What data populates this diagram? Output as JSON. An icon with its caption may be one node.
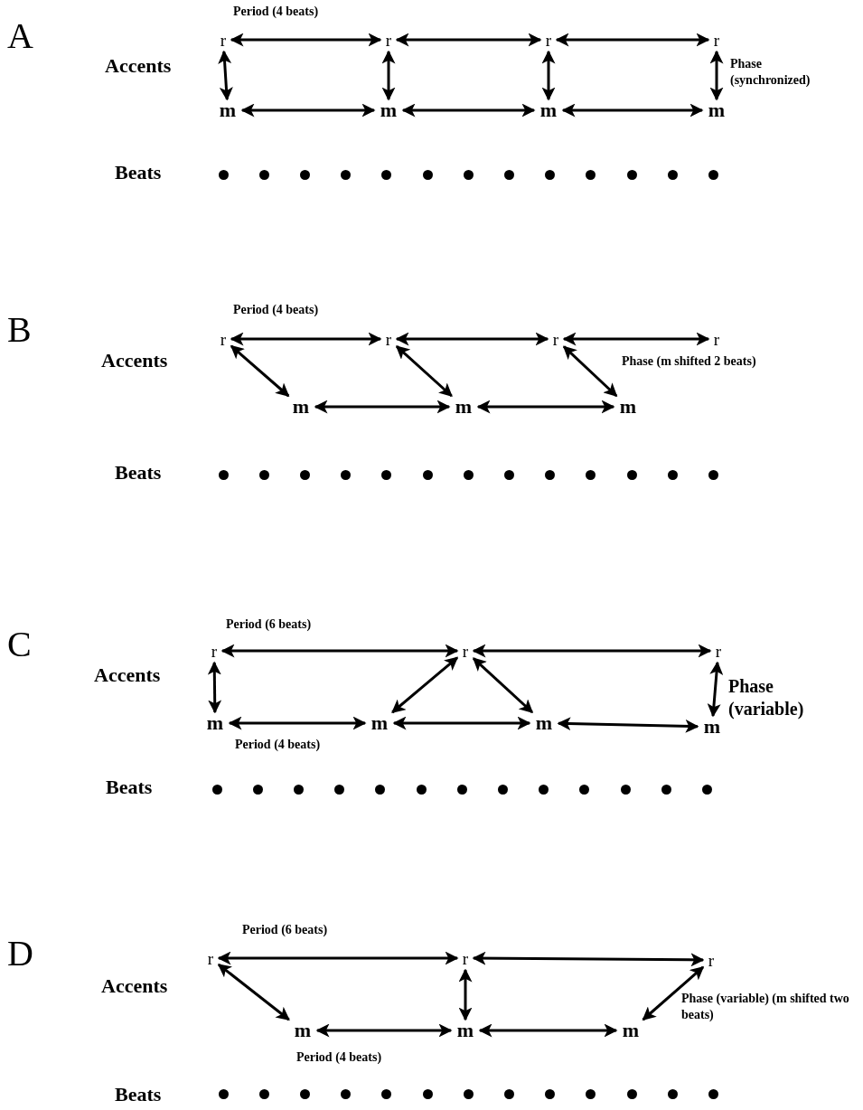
{
  "diagram": {
    "nodes": [
      {
        "text": [
          "r"
        ]
      },
      {
        "text": [
          "r"
        ]
      },
      {
        "text": [
          "r"
        ]
      },
      {
        "text": [
          "r"
        ]
      },
      {
        "text": [
          "m"
        ]
      },
      {
        "text": [
          "m"
        ]
      },
      {
        "text": [
          "m"
        ]
      },
      {
        "text": [
          "m"
        ]
      },
      {
        "text": [
          "r"
        ]
      },
      {
        "text": [
          "r"
        ]
      },
      {
        "text": [
          "r"
        ]
      },
      {
        "text": [
          "r"
        ]
      },
      {
        "text": [
          "m"
        ]
      },
      {
        "text": [
          "m"
        ]
      },
      {
        "text": [
          "m"
        ]
      },
      {
        "text": [
          "r"
        ]
      },
      {
        "text": [
          "r"
        ]
      },
      {
        "text": [
          "r"
        ]
      },
      {
        "text": [
          "m"
        ]
      },
      {
        "text": [
          "m"
        ]
      },
      {
        "text": [
          "m"
        ]
      },
      {
        "text": [
          "m"
        ]
      },
      {
        "text": [
          "r"
        ]
      },
      {
        "text": [
          "r"
        ]
      },
      {
        "text": [
          "r"
        ]
      },
      {
        "text": [
          "m"
        ]
      },
      {
        "text": [
          "m"
        ]
      },
      {
        "text": [
          "m"
        ]
      }
    ],
    "edges": [
      {
        "from": 0,
        "to": 1,
        "arrow": "both",
        "label": "Period (4 beats)"
      },
      {
        "from": 1,
        "to": 2,
        "arrow": "both"
      },
      {
        "from": 2,
        "to": 3,
        "arrow": "both"
      },
      {
        "from": 0,
        "to": 4,
        "arrow": "both"
      },
      {
        "from": 1,
        "to": 5,
        "arrow": "both"
      },
      {
        "from": 2,
        "to": 6,
        "arrow": "both"
      },
      {
        "from": 3,
        "to": 7,
        "arrow": "both",
        "label": "Phase (synchronized)"
      },
      {
        "from": 4,
        "to": 5,
        "arrow": "both"
      },
      {
        "from": 5,
        "to": 6,
        "arrow": "both"
      },
      {
        "from": 6,
        "to": 7,
        "arrow": "both"
      },
      {
        "from": 8,
        "to": 9,
        "arrow": "both",
        "label": "Period (4 beats)"
      },
      {
        "from": 9,
        "to": 10,
        "arrow": "both"
      },
      {
        "from": 10,
        "to": 11,
        "arrow": "both"
      },
      {
        "from": 8,
        "to": 12,
        "arrow": "both"
      },
      {
        "from": 9,
        "to": 13,
        "arrow": "both"
      },
      {
        "from": 10,
        "to": 14,
        "arrow": "both",
        "label": "Phase (m shifted 2 beats)"
      },
      {
        "from": 12,
        "to": 13,
        "arrow": "both"
      },
      {
        "from": 13,
        "to": 14,
        "arrow": "both"
      },
      {
        "from": 15,
        "to": 16,
        "arrow": "both",
        "label": "Period (6 beats)"
      },
      {
        "from": 16,
        "to": 17,
        "arrow": "both"
      },
      {
        "from": 15,
        "to": 18,
        "arrow": "both"
      },
      {
        "from": 16,
        "to": 19,
        "arrow": "both"
      },
      {
        "from": 16,
        "to": 20,
        "arrow": "both"
      },
      {
        "from": 17,
        "to": 21,
        "arrow": "both",
        "label": "Phase (variable)"
      },
      {
        "from": 18,
        "to": 19,
        "arrow": "both",
        "label": "Period (4 beats)"
      },
      {
        "from": 19,
        "to": 20,
        "arrow": "both"
      },
      {
        "from": 20,
        "to": 21,
        "arrow": "both"
      },
      {
        "from": 22,
        "to": 23,
        "arrow": "both",
        "label": "Period (6 beats)"
      },
      {
        "from": 23,
        "to": 24,
        "arrow": "both"
      },
      {
        "from": 22,
        "to": 25,
        "arrow": "both"
      },
      {
        "from": 23,
        "to": 26,
        "arrow": "both"
      },
      {
        "from": 24,
        "to": 27,
        "arrow": "both",
        "label": "Phase (variable) (m shifted two beats)"
      },
      {
        "from": 25,
        "to": 26,
        "arrow": "both",
        "label": "Period (4 beats)"
      },
      {
        "from": 26,
        "to": 27,
        "arrow": "both"
      }
    ],
    "labels": [
      "A",
      "Accents",
      "Beats",
      "B",
      "Accents",
      "Beats",
      "C",
      "Accents",
      "Beats",
      "D",
      "Accents",
      "Beats"
    ]
  }
}
